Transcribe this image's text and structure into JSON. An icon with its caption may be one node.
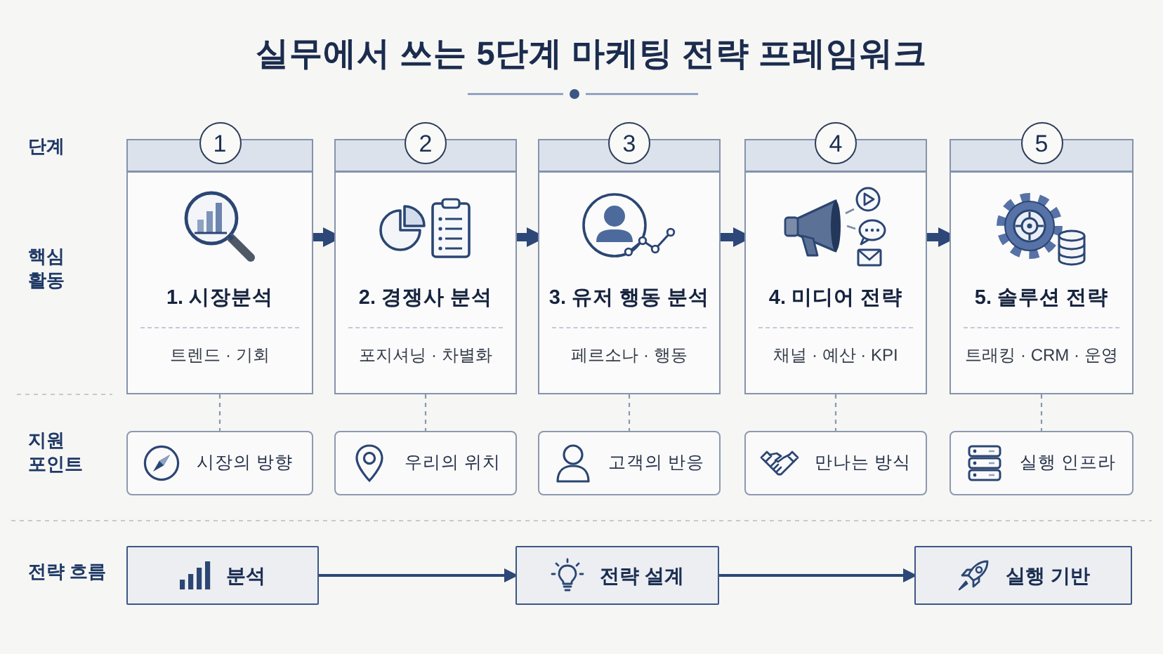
{
  "diagram": {
    "title": "실무에서 쓰는 5단계 마케팅 전략 프레임워크",
    "nodes": [
      {
        "text": [
          "1"
        ]
      },
      {
        "text": [
          "2"
        ]
      },
      {
        "text": [
          "3"
        ]
      },
      {
        "text": [
          "4"
        ]
      },
      {
        "text": [
          "5"
        ]
      },
      {
        "text": [
          "1. 시장분석",
          "트렌드 · 기회"
        ]
      },
      {
        "text": [
          "2. 경쟁사 분석",
          "포지셔닝 · 차별화"
        ]
      },
      {
        "text": [
          "3. 유저 행동 분석",
          "페르소나 · 행동"
        ]
      },
      {
        "text": [
          "4. 미디어 전략",
          "채널 · 예산 · KPI"
        ]
      },
      {
        "text": [
          "5. 솔루션 전략",
          "트래킹 · CRM · 운영"
        ]
      },
      {
        "text": [
          "시장의 방향"
        ]
      },
      {
        "text": [
          "우리의 위치"
        ]
      },
      {
        "text": [
          "고객의 반응"
        ]
      },
      {
        "text": [
          "만나는 방식"
        ]
      },
      {
        "text": [
          "실행 인프라"
        ]
      },
      {
        "text": [
          "분석"
        ]
      },
      {
        "text": [
          "전략 설계"
        ]
      },
      {
        "text": [
          "실행 기반"
        ]
      }
    ],
    "edges": [
      {
        "from": 5,
        "to": 6,
        "arrow": "to",
        "style": "thick"
      },
      {
        "from": 6,
        "to": 7,
        "arrow": "to",
        "style": "thick"
      },
      {
        "from": 7,
        "to": 8,
        "arrow": "to",
        "style": "thick"
      },
      {
        "from": 8,
        "to": 9,
        "arrow": "to",
        "style": "thick"
      },
      {
        "from": 5,
        "to": 10,
        "arrow": "none",
        "style": "dashed",
        "color": "#8b98ae"
      },
      {
        "from": 6,
        "to": 11,
        "arrow": "none",
        "style": "dashed",
        "color": "#8b98ae"
      },
      {
        "from": 7,
        "to": 12,
        "arrow": "none",
        "style": "dashed",
        "color": "#8b98ae"
      },
      {
        "from": 8,
        "to": 13,
        "arrow": "none",
        "style": "dashed",
        "color": "#8b98ae"
      },
      {
        "from": 9,
        "to": 14,
        "arrow": "none",
        "style": "dashed",
        "color": "#8b98ae"
      },
      {
        "from": 15,
        "to": 16,
        "arrow": "to"
      },
      {
        "from": 16,
        "to": 17,
        "arrow": "to"
      }
    ],
    "labels": [
      "단계",
      "핵심 활동",
      "지원 포인트",
      "전략 흐름"
    ]
  }
}
